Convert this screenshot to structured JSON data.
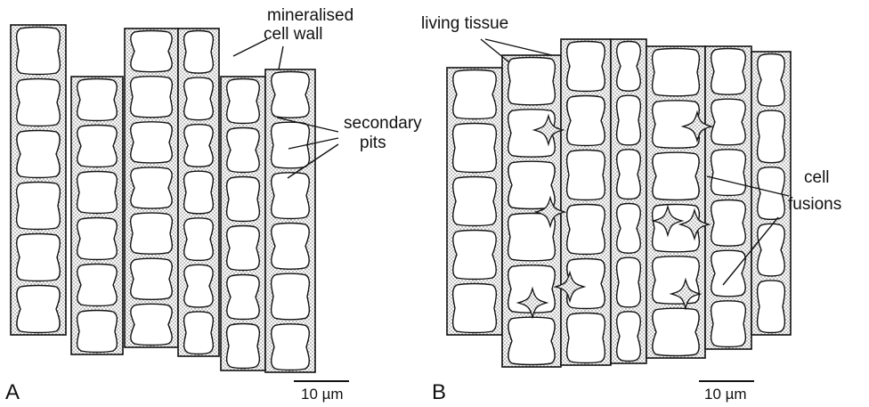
{
  "panels": {
    "a": {
      "letter": "A",
      "scale_bar": "10 µm",
      "labels": {
        "mineralised": [
          "mineralised",
          "cell wall"
        ],
        "secondary_pits": [
          "secondary",
          "pits"
        ]
      }
    },
    "b": {
      "letter": "B",
      "scale_bar": "10 µm",
      "labels": {
        "living_tissue": "living tissue",
        "cell_fusions": [
          "cell",
          "fusions"
        ]
      }
    }
  }
}
